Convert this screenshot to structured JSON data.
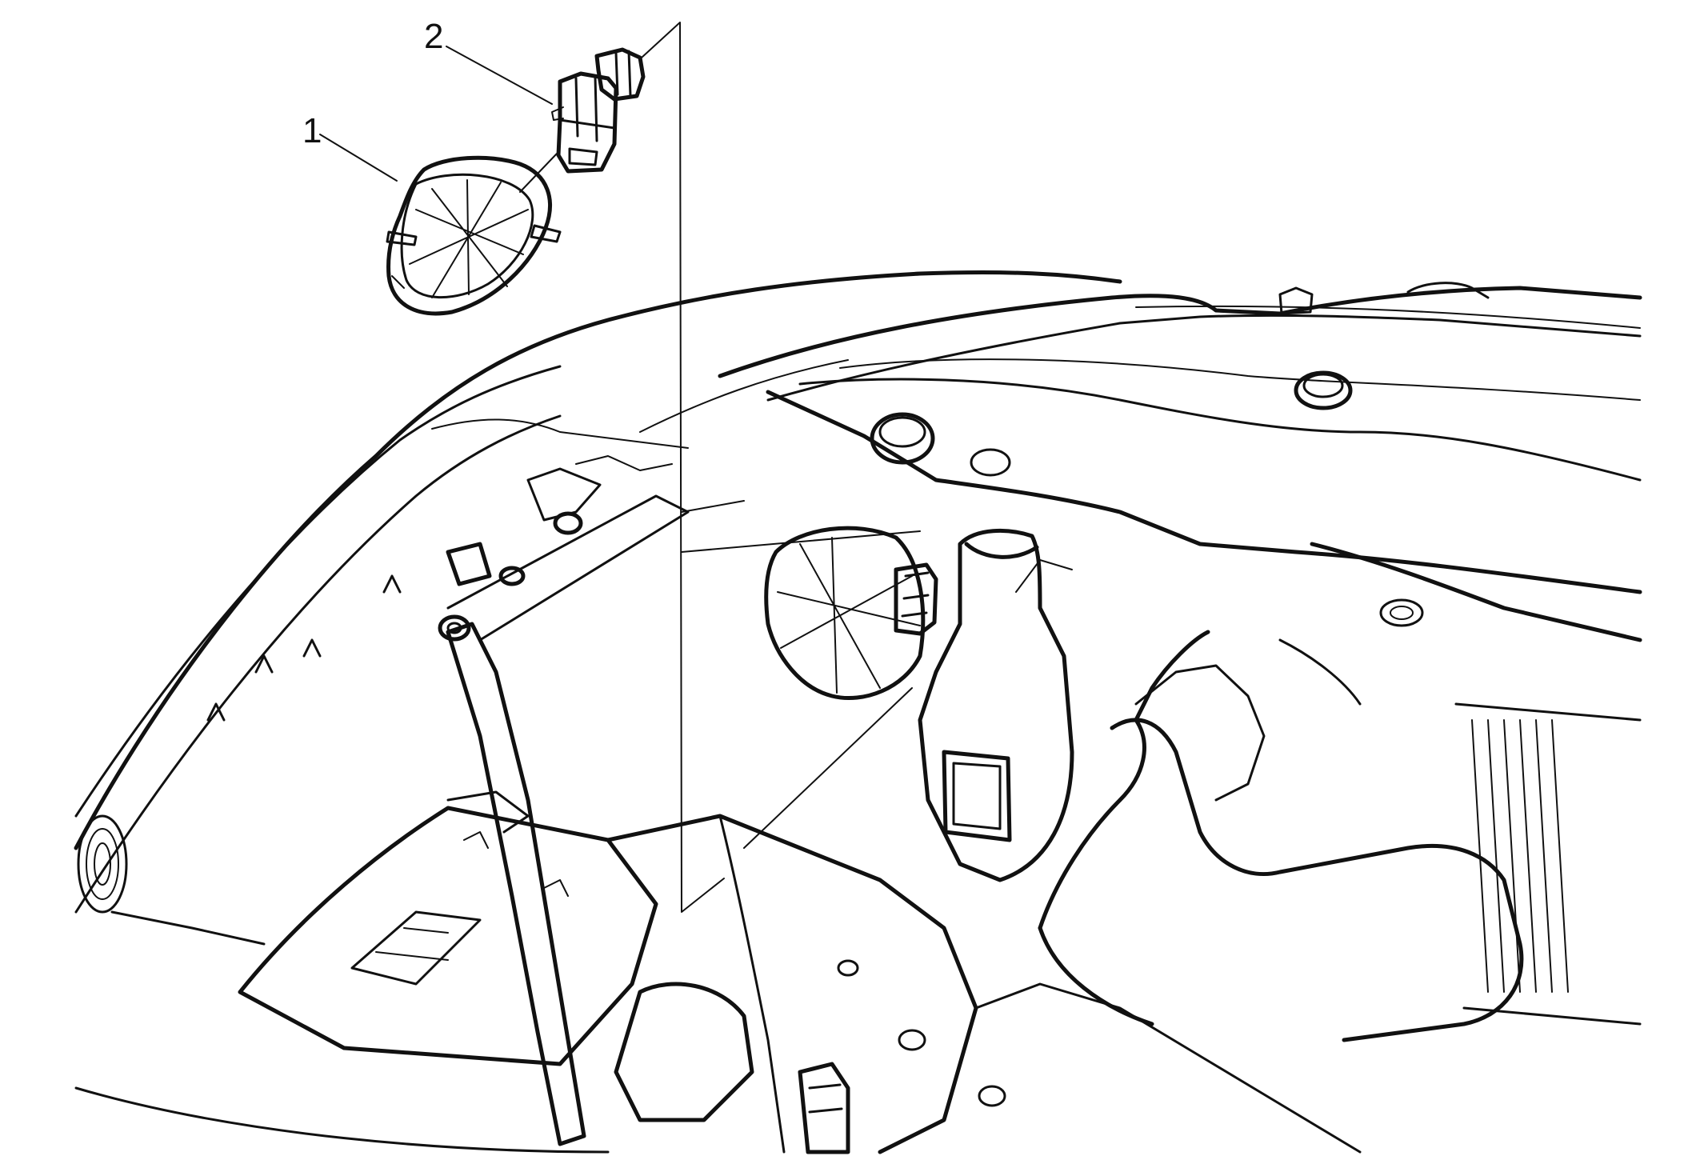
{
  "callouts": [
    {
      "number": "1",
      "part": "headlamp-bulb-access-cover"
    },
    {
      "number": "2",
      "part": "headlamp-bulb"
    }
  ],
  "colors": {
    "line": "#111111",
    "background": "#ffffff"
  }
}
